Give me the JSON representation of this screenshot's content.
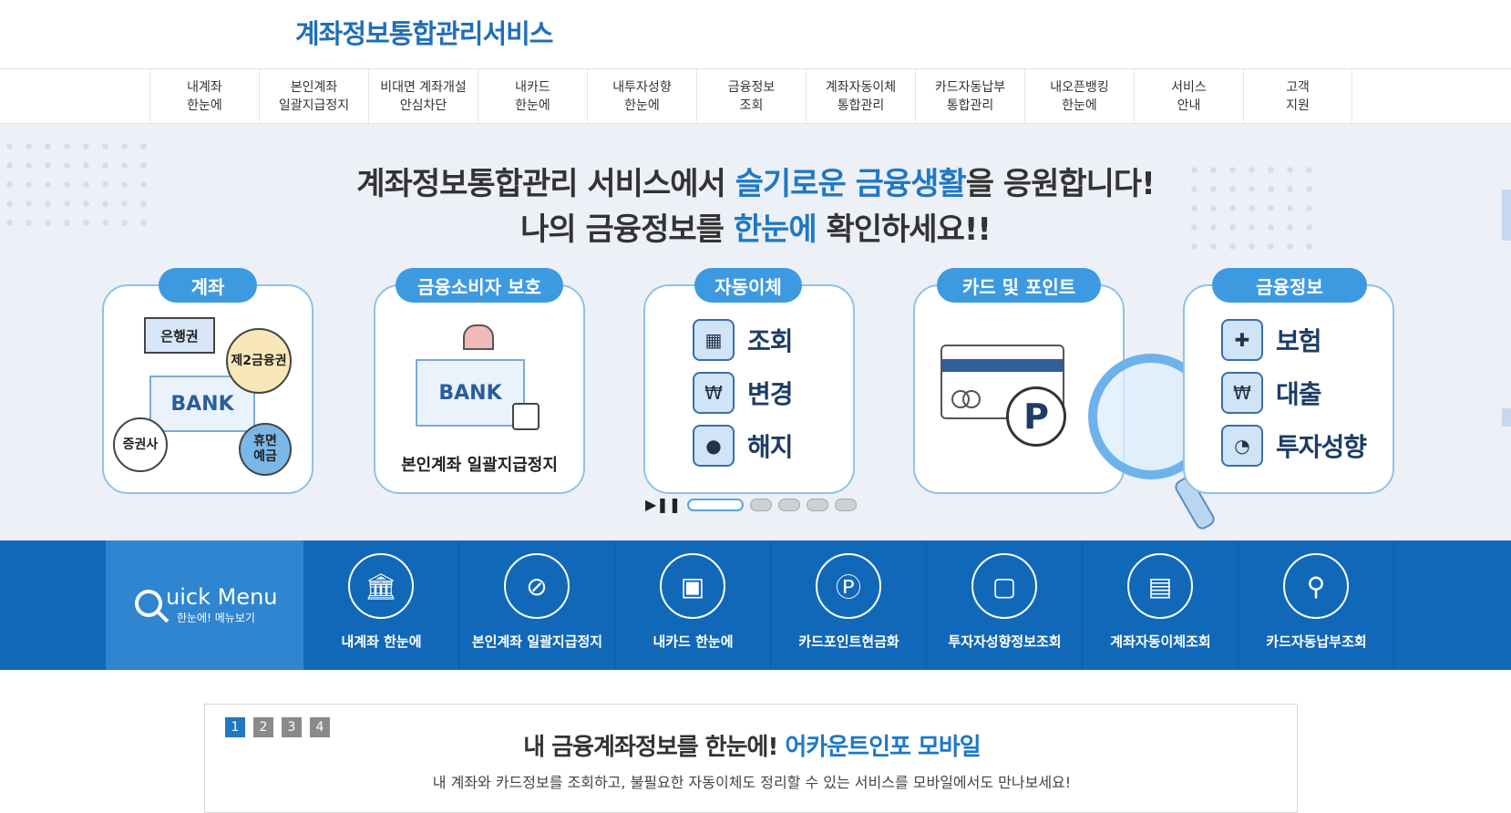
{
  "header": {
    "logo": "계좌정보통합관리서비스"
  },
  "gnb": [
    "내계좌\n한눈에",
    "본인계좌\n일괄지급정지",
    "비대면 계좌개설\n안심차단",
    "내카드\n한눈에",
    "내투자성향\n한눈에",
    "금융정보\n조회",
    "계좌자동이체\n통합관리",
    "카드자동납부\n통합관리",
    "내오픈뱅킹\n한눈에",
    "서비스\n안내",
    "고객\n지원"
  ],
  "hero": {
    "line1_pre": "계좌정보통합관리 서비스에서 ",
    "line1_accent": "슬기로운 금융생활",
    "line1_post": "을 응원합니다!",
    "line2_pre": "나의 금융정보를 ",
    "line2_accent": "한눈에",
    "line2_post": " 확인하세요!!",
    "cards": {
      "account": {
        "label": "계좌",
        "bank": "BANK",
        "bubble1": "은행권",
        "bubble2": "제2금융권",
        "bubble3": "증권사",
        "bubble4": "휴면\n예금"
      },
      "protection": {
        "label": "금융소비자 보호",
        "bank": "BANK",
        "caption": "본인계좌 일괄지급정지"
      },
      "autotransfer": {
        "label": "자동이체",
        "items": [
          "조회",
          "변경",
          "해지"
        ]
      },
      "card": {
        "label": "카드 및 포인트",
        "point": "P"
      },
      "info": {
        "label": "금융정보",
        "items": [
          "보험",
          "대출",
          "투자성향"
        ]
      }
    },
    "pagination": {
      "count": 5,
      "active": 1
    }
  },
  "quick": {
    "title_main": "uick Menu",
    "title_sub": "한눈에! 메뉴보기",
    "items": [
      "내계좌 한눈에",
      "본인계좌 일괄지급정지",
      "내카드 한눈에",
      "카드포인트현금화",
      "투자자성향정보조회",
      "계좌자동이체조회",
      "카드자동납부조회"
    ]
  },
  "banner": {
    "pages": [
      "1",
      "2",
      "3",
      "4"
    ],
    "title_pre": "내 금융계좌정보를 한눈에! ",
    "title_accent": "어카운트인포 모바일",
    "subtitle": "내 계좌와 카드정보를 조회하고, 불필요한 자동이체도 정리할 수 있는 서비스를 모바일에서도 만나보세요!"
  },
  "colors": {
    "brand": "#1f6fb8",
    "quick_bg": "#1168b8",
    "accent": "#1f78c4"
  }
}
